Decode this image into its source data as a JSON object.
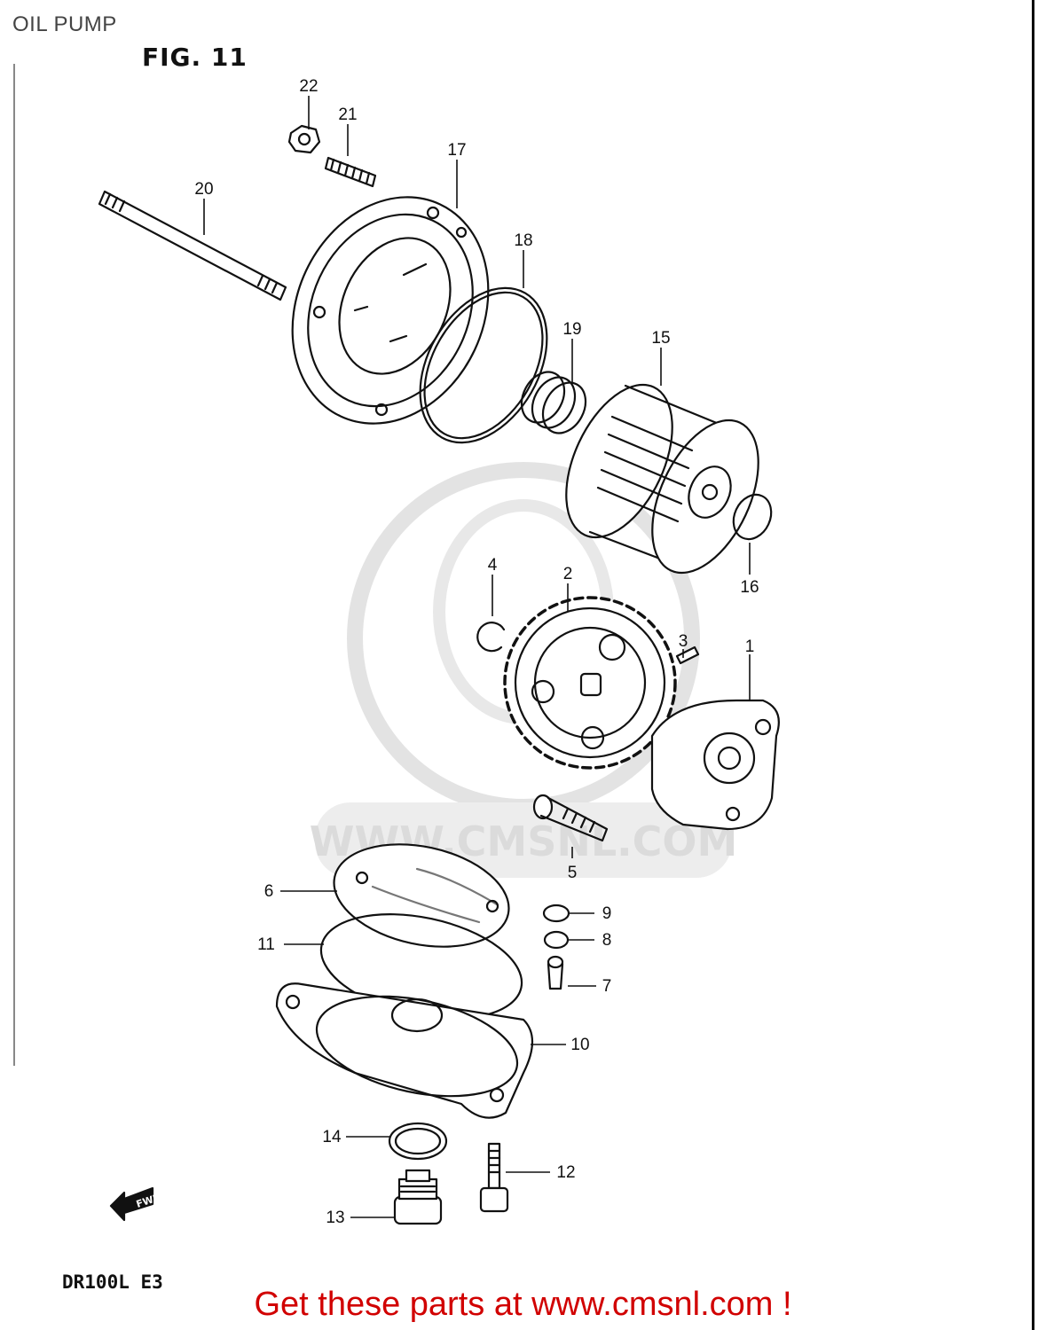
{
  "header": {
    "title": "OIL PUMP",
    "figure": "FIG. 11"
  },
  "watermark": {
    "text": "WWW.CMSNL.COM"
  },
  "fwd_marker": {
    "text": "FWD"
  },
  "model": "DR100L E3",
  "banner": {
    "text": "Get these parts at www.cmsnl.com !",
    "color": "#d10000"
  },
  "callouts": {
    "c1": "1",
    "c2": "2",
    "c3": "3",
    "c4": "4",
    "c5": "5",
    "c6": "6",
    "c7": "7",
    "c8": "8",
    "c9": "9",
    "c10": "10",
    "c11": "11",
    "c12": "12",
    "c13": "13",
    "c14": "14",
    "c15": "15",
    "c16": "16",
    "c17": "17",
    "c18": "18",
    "c19": "19",
    "c20": "20",
    "c21": "21",
    "c22": "22"
  }
}
